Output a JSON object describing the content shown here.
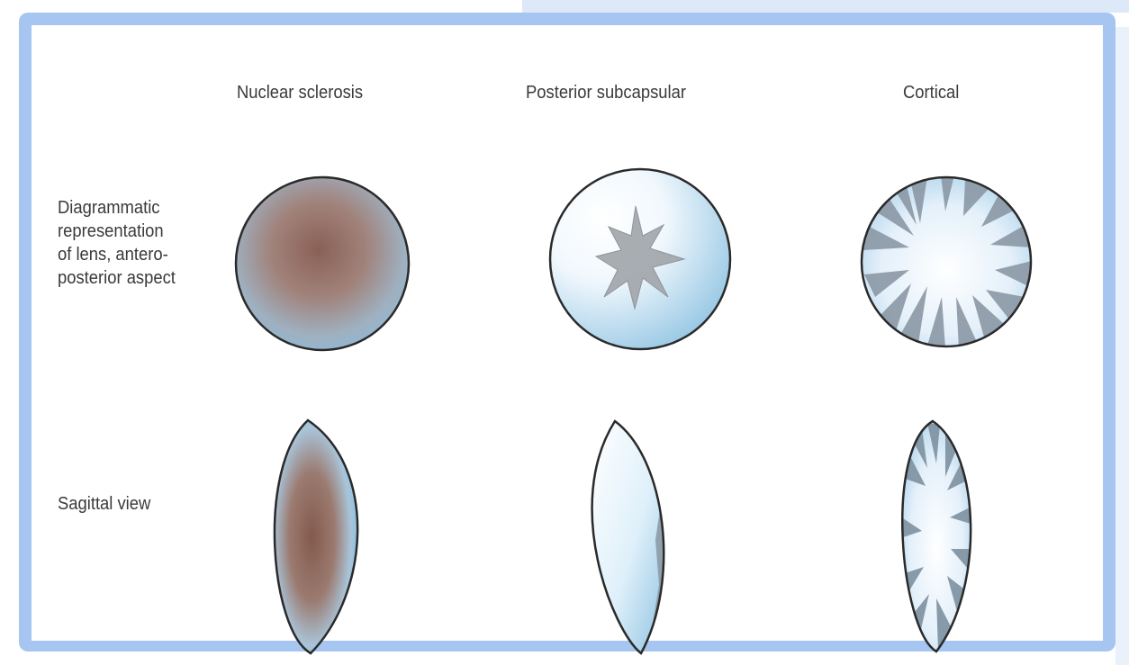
{
  "columns": [
    {
      "label": "Nuclear sclerosis"
    },
    {
      "label": "Posterior subcapsular"
    },
    {
      "label": "Cortical"
    }
  ],
  "rows": [
    {
      "label": "Diagrammatic\nrepresentation\nof lens, antero-\nposterior aspect"
    },
    {
      "label": "Sagittal view"
    }
  ],
  "colors": {
    "frame": "#a6c6f1",
    "lens_blue": "#8fc3e2",
    "nuclear_brown": "#8a6055",
    "opacity_gray": "#8c9aa6",
    "outline": "#2a2a2a"
  }
}
